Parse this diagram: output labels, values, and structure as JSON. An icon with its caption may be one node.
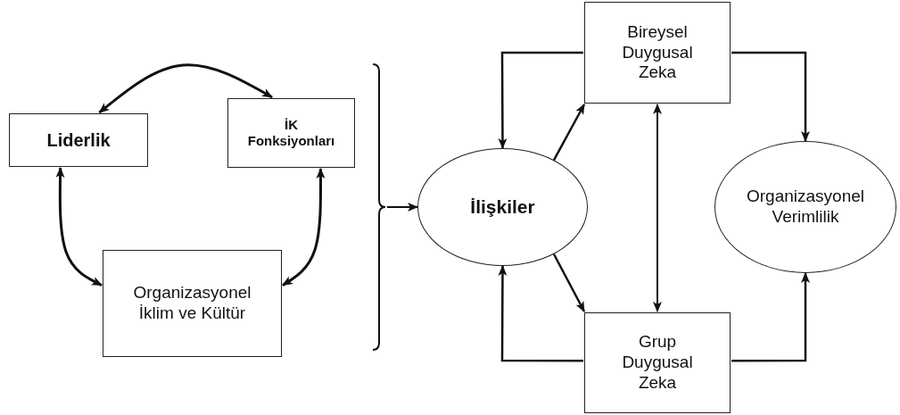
{
  "diagram": {
    "nodes": [
      {
        "text": [
          "Liderlik"
        ]
      },
      {
        "text": [
          "İK Fonksiyonları"
        ]
      },
      {
        "text": [
          "Organizasyonel İklim ve Kültür"
        ]
      },
      {
        "text": [
          "Bireysel Duygusal Zeka"
        ]
      },
      {
        "text": [
          "İlişkiler"
        ]
      },
      {
        "text": [
          "Organizasyonel Verimlilik"
        ]
      },
      {
        "text": [
          "Grup Duygusal Zeka"
        ]
      },
      {
        "text": [],
        "shape": "bracket"
      }
    ],
    "edges": [
      {
        "from": 0,
        "to": 1,
        "arrow": "both"
      },
      {
        "from": 0,
        "to": 2,
        "arrow": "both"
      },
      {
        "from": 1,
        "to": 2,
        "arrow": "both"
      },
      {
        "from": 3,
        "to": 4,
        "arrow": "to"
      },
      {
        "from": 4,
        "to": 3,
        "arrow": "to"
      },
      {
        "from": 4,
        "to": 6,
        "arrow": "to"
      },
      {
        "from": 6,
        "to": 4,
        "arrow": "to"
      },
      {
        "from": 3,
        "to": 6,
        "arrow": "both"
      },
      {
        "from": 3,
        "to": 5,
        "arrow": "to"
      },
      {
        "from": 6,
        "to": 5,
        "arrow": "to"
      },
      {
        "from": 7,
        "to": 4,
        "arrow": "to"
      }
    ]
  }
}
